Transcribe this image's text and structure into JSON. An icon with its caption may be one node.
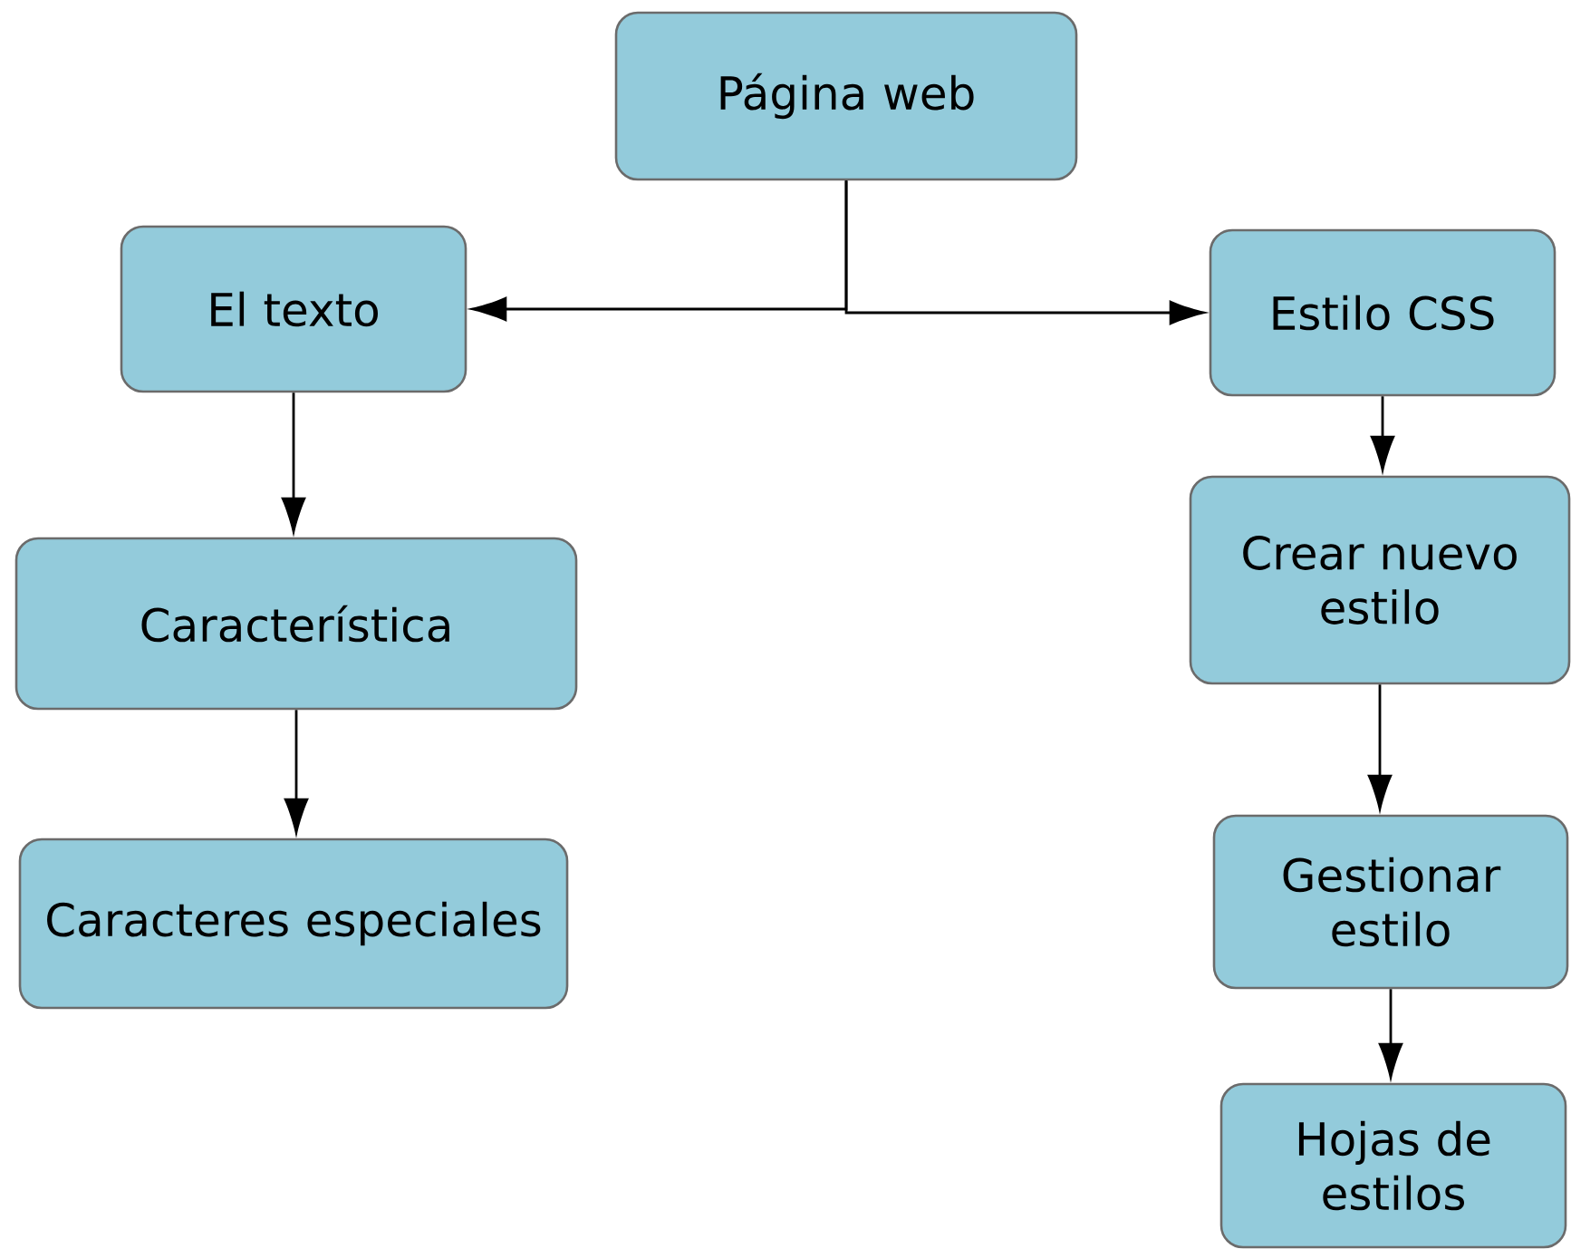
{
  "diagram": {
    "nodes": [
      {
        "text": [
          "Página web"
        ]
      },
      {
        "text": [
          "El texto"
        ]
      },
      {
        "text": [
          "Estilo CSS"
        ]
      },
      {
        "text": [
          "Característica"
        ]
      },
      {
        "text": [
          "Caracteres especiales"
        ]
      },
      {
        "text": [
          "Crear nuevo estilo"
        ]
      },
      {
        "text": [
          "Gestionar estilo"
        ]
      },
      {
        "text": [
          "Hojas de estilos"
        ]
      }
    ],
    "edges": [
      {
        "from": 0,
        "to": 1,
        "arrow": "to"
      },
      {
        "from": 0,
        "to": 2,
        "arrow": "to"
      },
      {
        "from": 1,
        "to": 3,
        "arrow": "to"
      },
      {
        "from": 3,
        "to": 4,
        "arrow": "to"
      },
      {
        "from": 2,
        "to": 5,
        "arrow": "to"
      },
      {
        "from": 5,
        "to": 6,
        "arrow": "to"
      },
      {
        "from": 6,
        "to": 7,
        "arrow": "to"
      }
    ]
  }
}
